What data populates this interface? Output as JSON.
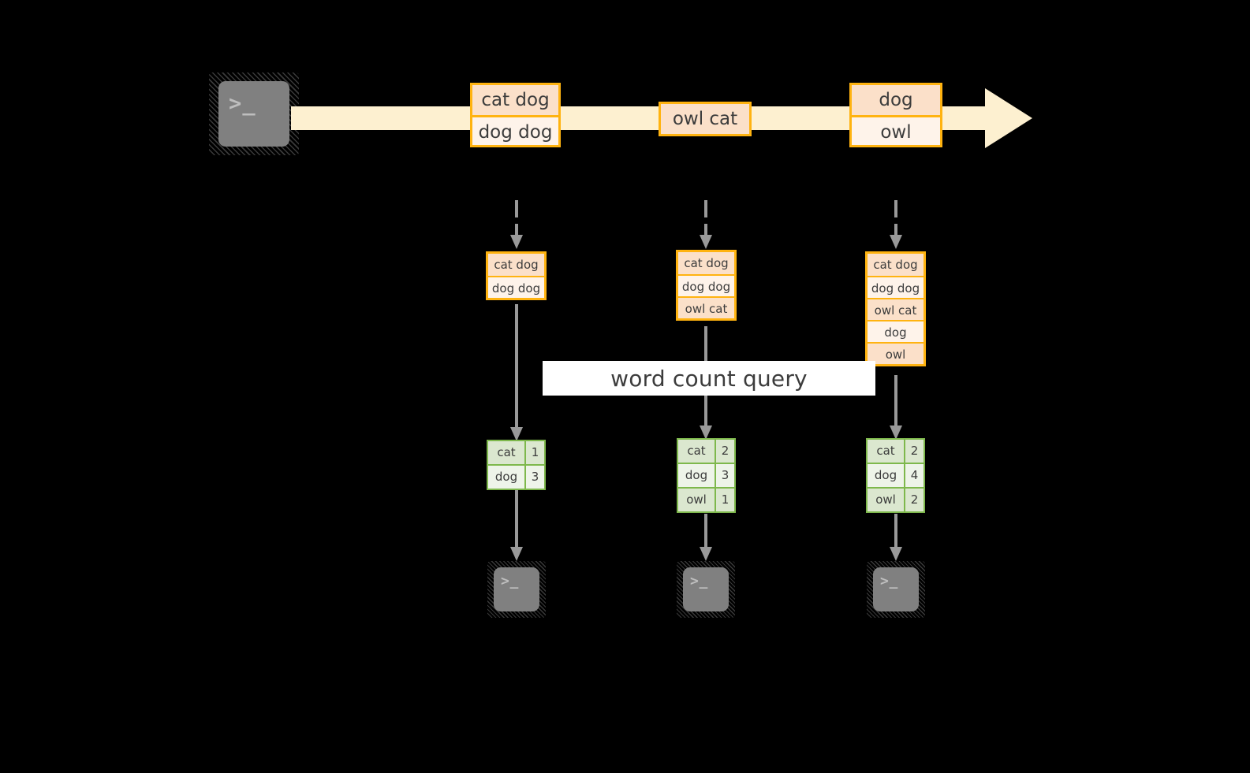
{
  "colors": {
    "background": "#000000",
    "stream_band": "#FDF0D0",
    "record_border": "#FFB310",
    "record_fill_dark": "#FBE0C9",
    "record_fill_light": "#FEF3EA",
    "table_border": "#7EB84C",
    "table_fill_dark": "#DBE7CF",
    "table_fill_light": "#EEF4E9",
    "connector": "#999999",
    "terminal_screen": "#808080",
    "terminal_hatch": "#3A3A3A",
    "label_band": "#FFFFFF",
    "text": "#3C3C3C"
  },
  "source": {
    "icon": "terminal-icon",
    "glyph": ">_"
  },
  "stream": {
    "direction": "left-to-right",
    "records": [
      {
        "lines": [
          "cat dog",
          "dog dog"
        ]
      },
      {
        "lines": [
          "owl cat"
        ]
      },
      {
        "lines": [
          "dog",
          "owl"
        ]
      }
    ]
  },
  "query": {
    "label": "word count query"
  },
  "columns": [
    {
      "id": "t1",
      "input_lines": [
        "cat dog",
        "dog dog"
      ],
      "result": {
        "rows": [
          {
            "key": "cat",
            "value": "1"
          },
          {
            "key": "dog",
            "value": "3"
          }
        ]
      },
      "sink": {
        "icon": "terminal-icon",
        "glyph": ">_"
      }
    },
    {
      "id": "t2",
      "input_lines": [
        "cat dog",
        "dog dog",
        "owl cat"
      ],
      "result": {
        "rows": [
          {
            "key": "cat",
            "value": "2"
          },
          {
            "key": "dog",
            "value": "3"
          },
          {
            "key": "owl",
            "value": "1"
          }
        ]
      },
      "sink": {
        "icon": "terminal-icon",
        "glyph": ">_"
      }
    },
    {
      "id": "t3",
      "input_lines": [
        "cat dog",
        "dog dog",
        "owl cat",
        "dog",
        "owl"
      ],
      "result": {
        "rows": [
          {
            "key": "cat",
            "value": "2"
          },
          {
            "key": "dog",
            "value": "4"
          },
          {
            "key": "owl",
            "value": "2"
          }
        ]
      },
      "sink": {
        "icon": "terminal-icon",
        "glyph": ">_"
      }
    }
  ]
}
